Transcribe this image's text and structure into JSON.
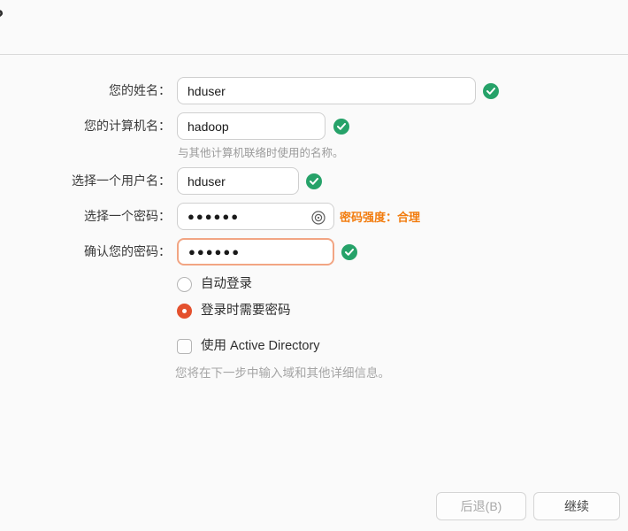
{
  "window": {
    "partial_title_glyph": "?"
  },
  "form": {
    "fields": {
      "full_name": {
        "label": "您的姓名：",
        "value": "hduser"
      },
      "computer_name": {
        "label": "您的计算机名：",
        "value": "hadoop",
        "hint": "与其他计算机联络时使用的名称。"
      },
      "username": {
        "label": "选择一个用户名：",
        "value": "hduser"
      },
      "password": {
        "label": "选择一个密码：",
        "value": "●●●●●●",
        "strength": "密码强度：合理"
      },
      "confirm_password": {
        "label": "确认您的密码：",
        "value": "●●●●●●"
      }
    },
    "options": {
      "auto_login": {
        "label": "自动登录",
        "selected": false
      },
      "require_password": {
        "label": "登录时需要密码",
        "selected": true
      },
      "active_directory": {
        "label": "使用 Active Directory",
        "checked": false,
        "hint": "您将在下一步中输入域和其他详细信息。"
      }
    }
  },
  "buttons": {
    "back": "后退(B)",
    "continue": "继续"
  },
  "icons": {
    "valid": "check-circle",
    "reveal_password": "eye"
  },
  "colors": {
    "success_green": "#26a269",
    "strength_orange": "#f27c0e",
    "accent_orange": "#e4512e",
    "confirm_border": "#f2a583"
  }
}
